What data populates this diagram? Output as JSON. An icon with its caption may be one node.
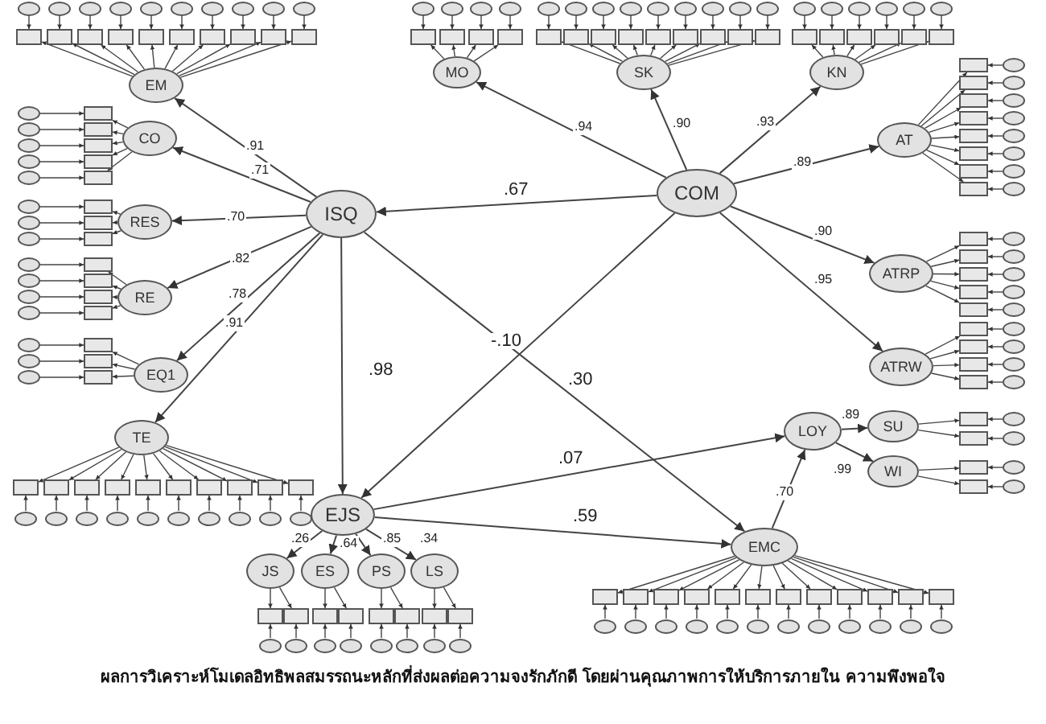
{
  "diagram": {
    "caption": "ผลการวิเคราะห์โมเดลอิทธิพลสมรรถนะหลักที่ส่งผลต่อความจงรักภักดี โดยผ่านคุณภาพการให้บริการภายใน ความพึงพอใจ",
    "nodes": [
      {
        "text": [
          "EM"
        ]
      },
      {
        "text": [
          "CO"
        ]
      },
      {
        "text": [
          "RES"
        ]
      },
      {
        "text": [
          "RE"
        ]
      },
      {
        "text": [
          "EQ1"
        ]
      },
      {
        "text": [
          "TE"
        ]
      },
      {
        "text": [
          "ISQ"
        ]
      },
      {
        "text": [
          "COM"
        ]
      },
      {
        "text": [
          "MO"
        ]
      },
      {
        "text": [
          "SK"
        ]
      },
      {
        "text": [
          "KN"
        ]
      },
      {
        "text": [
          "AT"
        ]
      },
      {
        "text": [
          "ATRP"
        ]
      },
      {
        "text": [
          "ATRW"
        ]
      },
      {
        "text": [
          "SU"
        ]
      },
      {
        "text": [
          "WI"
        ]
      },
      {
        "text": [
          "LOY"
        ]
      },
      {
        "text": [
          "EJS"
        ]
      },
      {
        "text": [
          "JS"
        ]
      },
      {
        "text": [
          "ES"
        ]
      },
      {
        "text": [
          "PS"
        ]
      },
      {
        "text": [
          "LS"
        ]
      },
      {
        "text": [
          "EMC"
        ]
      },
      {
        "text": [],
        "shape": "box"
      },
      {
        "text": [],
        "shape": "box"
      },
      {
        "text": [],
        "shape": "box"
      },
      {
        "text": [],
        "shape": "box"
      },
      {
        "text": [],
        "shape": "box"
      },
      {
        "text": [],
        "shape": "box"
      },
      {
        "text": [],
        "shape": "box"
      },
      {
        "text": [],
        "shape": "box"
      },
      {
        "text": [],
        "shape": "box"
      },
      {
        "text": [],
        "shape": "box"
      },
      {
        "text": [],
        "shape": "circle"
      },
      {
        "text": [],
        "shape": "circle"
      },
      {
        "text": [],
        "shape": "circle"
      },
      {
        "text": [],
        "shape": "circle"
      },
      {
        "text": [],
        "shape": "circle"
      },
      {
        "text": [],
        "shape": "circle"
      },
      {
        "text": [],
        "shape": "circle"
      },
      {
        "text": [],
        "shape": "circle"
      },
      {
        "text": [],
        "shape": "circle"
      },
      {
        "text": [],
        "shape": "circle"
      },
      {
        "text": [],
        "shape": "box"
      },
      {
        "text": [],
        "shape": "box"
      },
      {
        "text": [],
        "shape": "box"
      },
      {
        "text": [],
        "shape": "box"
      },
      {
        "text": [],
        "shape": "box"
      },
      {
        "text": [],
        "shape": "circle"
      },
      {
        "text": [],
        "shape": "circle"
      },
      {
        "text": [],
        "shape": "circle"
      },
      {
        "text": [],
        "shape": "circle"
      },
      {
        "text": [],
        "shape": "circle"
      },
      {
        "text": [],
        "shape": "box"
      },
      {
        "text": [],
        "shape": "box"
      },
      {
        "text": [],
        "shape": "box"
      },
      {
        "text": [],
        "shape": "circle"
      },
      {
        "text": [],
        "shape": "circle"
      },
      {
        "text": [],
        "shape": "circle"
      },
      {
        "text": [],
        "shape": "box"
      },
      {
        "text": [],
        "shape": "box"
      },
      {
        "text": [],
        "shape": "box"
      },
      {
        "text": [],
        "shape": "box"
      },
      {
        "text": [],
        "shape": "circle"
      },
      {
        "text": [],
        "shape": "circle"
      },
      {
        "text": [],
        "shape": "circle"
      },
      {
        "text": [],
        "shape": "circle"
      },
      {
        "text": [],
        "shape": "box"
      },
      {
        "text": [],
        "shape": "box"
      },
      {
        "text": [],
        "shape": "box"
      },
      {
        "text": [],
        "shape": "circle"
      },
      {
        "text": [],
        "shape": "circle"
      },
      {
        "text": [],
        "shape": "circle"
      },
      {
        "text": [],
        "shape": "box"
      },
      {
        "text": [],
        "shape": "box"
      },
      {
        "text": [],
        "shape": "box"
      },
      {
        "text": [],
        "shape": "box"
      },
      {
        "text": [],
        "shape": "box"
      },
      {
        "text": [],
        "shape": "box"
      },
      {
        "text": [],
        "shape": "box"
      },
      {
        "text": [],
        "shape": "box"
      },
      {
        "text": [],
        "shape": "box"
      },
      {
        "text": [],
        "shape": "box"
      },
      {
        "text": [],
        "shape": "circle"
      },
      {
        "text": [],
        "shape": "circle"
      },
      {
        "text": [],
        "shape": "circle"
      },
      {
        "text": [],
        "shape": "circle"
      },
      {
        "text": [],
        "shape": "circle"
      },
      {
        "text": [],
        "shape": "circle"
      },
      {
        "text": [],
        "shape": "circle"
      },
      {
        "text": [],
        "shape": "circle"
      },
      {
        "text": [],
        "shape": "circle"
      },
      {
        "text": [],
        "shape": "circle"
      },
      {
        "text": [],
        "shape": "box"
      },
      {
        "text": [],
        "shape": "box"
      },
      {
        "text": [],
        "shape": "box"
      },
      {
        "text": [],
        "shape": "box"
      },
      {
        "text": [],
        "shape": "circle"
      },
      {
        "text": [],
        "shape": "circle"
      },
      {
        "text": [],
        "shape": "circle"
      },
      {
        "text": [],
        "shape": "circle"
      },
      {
        "text": [],
        "shape": "box"
      },
      {
        "text": [],
        "shape": "box"
      },
      {
        "text": [],
        "shape": "box"
      },
      {
        "text": [],
        "shape": "box"
      },
      {
        "text": [],
        "shape": "box"
      },
      {
        "text": [],
        "shape": "box"
      },
      {
        "text": [],
        "shape": "box"
      },
      {
        "text": [],
        "shape": "box"
      },
      {
        "text": [],
        "shape": "box"
      },
      {
        "text": [],
        "shape": "circle"
      },
      {
        "text": [],
        "shape": "circle"
      },
      {
        "text": [],
        "shape": "circle"
      },
      {
        "text": [],
        "shape": "circle"
      },
      {
        "text": [],
        "shape": "circle"
      },
      {
        "text": [],
        "shape": "circle"
      },
      {
        "text": [],
        "shape": "circle"
      },
      {
        "text": [],
        "shape": "circle"
      },
      {
        "text": [],
        "shape": "circle"
      },
      {
        "text": [],
        "shape": "box"
      },
      {
        "text": [],
        "shape": "box"
      },
      {
        "text": [],
        "shape": "box"
      },
      {
        "text": [],
        "shape": "box"
      },
      {
        "text": [],
        "shape": "box"
      },
      {
        "text": [],
        "shape": "box"
      },
      {
        "text": [],
        "shape": "circle"
      },
      {
        "text": [],
        "shape": "circle"
      },
      {
        "text": [],
        "shape": "circle"
      },
      {
        "text": [],
        "shape": "circle"
      },
      {
        "text": [],
        "shape": "circle"
      },
      {
        "text": [],
        "shape": "circle"
      },
      {
        "text": [],
        "shape": "box"
      },
      {
        "text": [],
        "shape": "box"
      },
      {
        "text": [],
        "shape": "box"
      },
      {
        "text": [],
        "shape": "box"
      },
      {
        "text": [],
        "shape": "box"
      },
      {
        "text": [],
        "shape": "box"
      },
      {
        "text": [],
        "shape": "box"
      },
      {
        "text": [],
        "shape": "box"
      },
      {
        "text": [],
        "shape": "circle"
      },
      {
        "text": [],
        "shape": "circle"
      },
      {
        "text": [],
        "shape": "circle"
      },
      {
        "text": [],
        "shape": "circle"
      },
      {
        "text": [],
        "shape": "circle"
      },
      {
        "text": [],
        "shape": "circle"
      },
      {
        "text": [],
        "shape": "circle"
      },
      {
        "text": [],
        "shape": "circle"
      },
      {
        "text": [],
        "shape": "box"
      },
      {
        "text": [],
        "shape": "box"
      },
      {
        "text": [],
        "shape": "box"
      },
      {
        "text": [],
        "shape": "box"
      },
      {
        "text": [],
        "shape": "box"
      },
      {
        "text": [],
        "shape": "circle"
      },
      {
        "text": [],
        "shape": "circle"
      },
      {
        "text": [],
        "shape": "circle"
      },
      {
        "text": [],
        "shape": "circle"
      },
      {
        "text": [],
        "shape": "circle"
      },
      {
        "text": [],
        "shape": "box"
      },
      {
        "text": [],
        "shape": "box"
      },
      {
        "text": [],
        "shape": "box"
      },
      {
        "text": [],
        "shape": "box"
      },
      {
        "text": [],
        "shape": "circle"
      },
      {
        "text": [],
        "shape": "circle"
      },
      {
        "text": [],
        "shape": "circle"
      },
      {
        "text": [],
        "shape": "circle"
      },
      {
        "text": [],
        "shape": "box"
      },
      {
        "text": [],
        "shape": "box"
      },
      {
        "text": [],
        "shape": "circle"
      },
      {
        "text": [],
        "shape": "circle"
      },
      {
        "text": [],
        "shape": "box"
      },
      {
        "text": [],
        "shape": "box"
      },
      {
        "text": [],
        "shape": "circle"
      },
      {
        "text": [],
        "shape": "circle"
      },
      {
        "text": [],
        "shape": "box"
      },
      {
        "text": [],
        "shape": "box"
      },
      {
        "text": [],
        "shape": "circle"
      },
      {
        "text": [],
        "shape": "circle"
      },
      {
        "text": [],
        "shape": "box"
      },
      {
        "text": [],
        "shape": "box"
      },
      {
        "text": [],
        "shape": "circle"
      },
      {
        "text": [],
        "shape": "circle"
      },
      {
        "text": [],
        "shape": "box"
      },
      {
        "text": [],
        "shape": "box"
      },
      {
        "text": [],
        "shape": "circle"
      },
      {
        "text": [],
        "shape": "circle"
      },
      {
        "text": [],
        "shape": "box"
      },
      {
        "text": [],
        "shape": "box"
      },
      {
        "text": [],
        "shape": "circle"
      },
      {
        "text": [],
        "shape": "circle"
      },
      {
        "text": [],
        "shape": "box"
      },
      {
        "text": [],
        "shape": "box"
      },
      {
        "text": [],
        "shape": "box"
      },
      {
        "text": [],
        "shape": "box"
      },
      {
        "text": [],
        "shape": "box"
      },
      {
        "text": [],
        "shape": "box"
      },
      {
        "text": [],
        "shape": "box"
      },
      {
        "text": [],
        "shape": "box"
      },
      {
        "text": [],
        "shape": "box"
      },
      {
        "text": [],
        "shape": "box"
      },
      {
        "text": [],
        "shape": "box"
      },
      {
        "text": [],
        "shape": "box"
      },
      {
        "text": [],
        "shape": "circle"
      },
      {
        "text": [],
        "shape": "circle"
      },
      {
        "text": [],
        "shape": "circle"
      },
      {
        "text": [],
        "shape": "circle"
      },
      {
        "text": [],
        "shape": "circle"
      },
      {
        "text": [],
        "shape": "circle"
      },
      {
        "text": [],
        "shape": "circle"
      },
      {
        "text": [],
        "shape": "circle"
      },
      {
        "text": [],
        "shape": "circle"
      },
      {
        "text": [],
        "shape": "circle"
      },
      {
        "text": [],
        "shape": "circle"
      },
      {
        "text": [],
        "shape": "circle"
      }
    ],
    "edges": [
      {
        "from": 6,
        "to": 0,
        "arrow": "to",
        "label": ".91"
      },
      {
        "from": 6,
        "to": 1,
        "arrow": "to",
        "label": ".71"
      },
      {
        "from": 6,
        "to": 2,
        "arrow": "to",
        "label": ".70"
      },
      {
        "from": 6,
        "to": 3,
        "arrow": "to",
        "label": ".82"
      },
      {
        "from": 6,
        "to": 4,
        "arrow": "to",
        "label": ".78"
      },
      {
        "from": 6,
        "to": 5,
        "arrow": "to",
        "label": ".91"
      },
      {
        "from": 7,
        "to": 6,
        "arrow": "to",
        "label": ".67"
      },
      {
        "from": 7,
        "to": 8,
        "arrow": "to",
        "label": ".94"
      },
      {
        "from": 7,
        "to": 9,
        "arrow": "to",
        "label": ".90"
      },
      {
        "from": 7,
        "to": 10,
        "arrow": "to",
        "label": ".93"
      },
      {
        "from": 7,
        "to": 11,
        "arrow": "to",
        "label": ".89"
      },
      {
        "from": 7,
        "to": 12,
        "arrow": "to",
        "label": ".90"
      },
      {
        "from": 7,
        "to": 13,
        "arrow": "to",
        "label": ".95"
      },
      {
        "from": 6,
        "to": 17,
        "arrow": "to",
        "label": ".98"
      },
      {
        "from": 7,
        "to": 17,
        "arrow": "to",
        "label": "-.10"
      },
      {
        "from": 6,
        "to": 22,
        "arrow": "to",
        "label": ".30"
      },
      {
        "from": 17,
        "to": 16,
        "arrow": "to",
        "label": ".07"
      },
      {
        "from": 17,
        "to": 22,
        "arrow": "to",
        "label": ".59"
      },
      {
        "from": 22,
        "to": 16,
        "arrow": "to",
        "label": ".70"
      },
      {
        "from": 16,
        "to": 14,
        "arrow": "to",
        "label": ".89"
      },
      {
        "from": 16,
        "to": 15,
        "arrow": "to",
        "label": ".99"
      },
      {
        "from": 17,
        "to": 18,
        "arrow": "to",
        "label": ".26"
      },
      {
        "from": 17,
        "to": 19,
        "arrow": "to",
        "label": ".64"
      },
      {
        "from": 17,
        "to": 20,
        "arrow": "to",
        "label": ".85"
      },
      {
        "from": 17,
        "to": 21,
        "arrow": "to",
        "label": ".34"
      },
      {
        "from": 0,
        "to": 23,
        "arrow": "to"
      },
      {
        "from": 33,
        "to": 23,
        "arrow": "to"
      },
      {
        "from": 0,
        "to": 24,
        "arrow": "to"
      },
      {
        "from": 34,
        "to": 24,
        "arrow": "to"
      },
      {
        "from": 0,
        "to": 25,
        "arrow": "to"
      },
      {
        "from": 35,
        "to": 25,
        "arrow": "to"
      },
      {
        "from": 0,
        "to": 26,
        "arrow": "to"
      },
      {
        "from": 36,
        "to": 26,
        "arrow": "to"
      },
      {
        "from": 0,
        "to": 27,
        "arrow": "to"
      },
      {
        "from": 37,
        "to": 27,
        "arrow": "to"
      },
      {
        "from": 0,
        "to": 28,
        "arrow": "to"
      },
      {
        "from": 38,
        "to": 28,
        "arrow": "to"
      },
      {
        "from": 0,
        "to": 29,
        "arrow": "to"
      },
      {
        "from": 39,
        "to": 29,
        "arrow": "to"
      },
      {
        "from": 0,
        "to": 30,
        "arrow": "to"
      },
      {
        "from": 40,
        "to": 30,
        "arrow": "to"
      },
      {
        "from": 0,
        "to": 31,
        "arrow": "to"
      },
      {
        "from": 41,
        "to": 31,
        "arrow": "to"
      },
      {
        "from": 0,
        "to": 32,
        "arrow": "to"
      },
      {
        "from": 42,
        "to": 32,
        "arrow": "to"
      },
      {
        "from": 1,
        "to": 43,
        "arrow": "to"
      },
      {
        "from": 48,
        "to": 43,
        "arrow": "to"
      },
      {
        "from": 1,
        "to": 44,
        "arrow": "to"
      },
      {
        "from": 49,
        "to": 44,
        "arrow": "to"
      },
      {
        "from": 1,
        "to": 45,
        "arrow": "to"
      },
      {
        "from": 50,
        "to": 45,
        "arrow": "to"
      },
      {
        "from": 1,
        "to": 46,
        "arrow": "to"
      },
      {
        "from": 51,
        "to": 46,
        "arrow": "to"
      },
      {
        "from": 1,
        "to": 47,
        "arrow": "to"
      },
      {
        "from": 52,
        "to": 47,
        "arrow": "to"
      },
      {
        "from": 2,
        "to": 53,
        "arrow": "to"
      },
      {
        "from": 56,
        "to": 53,
        "arrow": "to"
      },
      {
        "from": 2,
        "to": 54,
        "arrow": "to"
      },
      {
        "from": 57,
        "to": 54,
        "arrow": "to"
      },
      {
        "from": 2,
        "to": 55,
        "arrow": "to"
      },
      {
        "from": 58,
        "to": 55,
        "arrow": "to"
      },
      {
        "from": 3,
        "to": 59,
        "arrow": "to"
      },
      {
        "from": 63,
        "to": 59,
        "arrow": "to"
      },
      {
        "from": 3,
        "to": 60,
        "arrow": "to"
      },
      {
        "from": 64,
        "to": 60,
        "arrow": "to"
      },
      {
        "from": 3,
        "to": 61,
        "arrow": "to"
      },
      {
        "from": 65,
        "to": 61,
        "arrow": "to"
      },
      {
        "from": 3,
        "to": 62,
        "arrow": "to"
      },
      {
        "from": 66,
        "to": 62,
        "arrow": "to"
      },
      {
        "from": 4,
        "to": 67,
        "arrow": "to"
      },
      {
        "from": 70,
        "to": 67,
        "arrow": "to"
      },
      {
        "from": 4,
        "to": 68,
        "arrow": "to"
      },
      {
        "from": 71,
        "to": 68,
        "arrow": "to"
      },
      {
        "from": 4,
        "to": 69,
        "arrow": "to"
      },
      {
        "from": 72,
        "to": 69,
        "arrow": "to"
      },
      {
        "from": 5,
        "to": 73,
        "arrow": "to"
      },
      {
        "from": 83,
        "to": 73,
        "arrow": "to"
      },
      {
        "from": 5,
        "to": 74,
        "arrow": "to"
      },
      {
        "from": 84,
        "to": 74,
        "arrow": "to"
      },
      {
        "from": 5,
        "to": 75,
        "arrow": "to"
      },
      {
        "from": 85,
        "to": 75,
        "arrow": "to"
      },
      {
        "from": 5,
        "to": 76,
        "arrow": "to"
      },
      {
        "from": 86,
        "to": 76,
        "arrow": "to"
      },
      {
        "from": 5,
        "to": 77,
        "arrow": "to"
      },
      {
        "from": 87,
        "to": 77,
        "arrow": "to"
      },
      {
        "from": 5,
        "to": 78,
        "arrow": "to"
      },
      {
        "from": 88,
        "to": 78,
        "arrow": "to"
      },
      {
        "from": 5,
        "to": 79,
        "arrow": "to"
      },
      {
        "from": 89,
        "to": 79,
        "arrow": "to"
      },
      {
        "from": 5,
        "to": 80,
        "arrow": "to"
      },
      {
        "from": 90,
        "to": 80,
        "arrow": "to"
      },
      {
        "from": 5,
        "to": 81,
        "arrow": "to"
      },
      {
        "from": 91,
        "to": 81,
        "arrow": "to"
      },
      {
        "from": 5,
        "to": 82,
        "arrow": "to"
      },
      {
        "from": 92,
        "to": 82,
        "arrow": "to"
      },
      {
        "from": 8,
        "to": 93,
        "arrow": "to"
      },
      {
        "from": 97,
        "to": 93,
        "arrow": "to"
      },
      {
        "from": 8,
        "to": 94,
        "arrow": "to"
      },
      {
        "from": 98,
        "to": 94,
        "arrow": "to"
      },
      {
        "from": 8,
        "to": 95,
        "arrow": "to"
      },
      {
        "from": 99,
        "to": 95,
        "arrow": "to"
      },
      {
        "from": 8,
        "to": 96,
        "arrow": "to"
      },
      {
        "from": 100,
        "to": 96,
        "arrow": "to"
      },
      {
        "from": 9,
        "to": 101,
        "arrow": "to"
      },
      {
        "from": 110,
        "to": 101,
        "arrow": "to"
      },
      {
        "from": 9,
        "to": 102,
        "arrow": "to"
      },
      {
        "from": 111,
        "to": 102,
        "arrow": "to"
      },
      {
        "from": 9,
        "to": 103,
        "arrow": "to"
      },
      {
        "from": 112,
        "to": 103,
        "arrow": "to"
      },
      {
        "from": 9,
        "to": 104,
        "arrow": "to"
      },
      {
        "from": 113,
        "to": 104,
        "arrow": "to"
      },
      {
        "from": 9,
        "to": 105,
        "arrow": "to"
      },
      {
        "from": 114,
        "to": 105,
        "arrow": "to"
      },
      {
        "from": 9,
        "to": 106,
        "arrow": "to"
      },
      {
        "from": 115,
        "to": 106,
        "arrow": "to"
      },
      {
        "from": 9,
        "to": 107,
        "arrow": "to"
      },
      {
        "from": 116,
        "to": 107,
        "arrow": "to"
      },
      {
        "from": 9,
        "to": 108,
        "arrow": "to"
      },
      {
        "from": 117,
        "to": 108,
        "arrow": "to"
      },
      {
        "from": 9,
        "to": 109,
        "arrow": "to"
      },
      {
        "from": 118,
        "to": 109,
        "arrow": "to"
      },
      {
        "from": 10,
        "to": 119,
        "arrow": "to"
      },
      {
        "from": 125,
        "to": 119,
        "arrow": "to"
      },
      {
        "from": 10,
        "to": 120,
        "arrow": "to"
      },
      {
        "from": 126,
        "to": 120,
        "arrow": "to"
      },
      {
        "from": 10,
        "to": 121,
        "arrow": "to"
      },
      {
        "from": 127,
        "to": 121,
        "arrow": "to"
      },
      {
        "from": 10,
        "to": 122,
        "arrow": "to"
      },
      {
        "from": 128,
        "to": 122,
        "arrow": "to"
      },
      {
        "from": 10,
        "to": 123,
        "arrow": "to"
      },
      {
        "from": 129,
        "to": 123,
        "arrow": "to"
      },
      {
        "from": 10,
        "to": 124,
        "arrow": "to"
      },
      {
        "from": 130,
        "to": 124,
        "arrow": "to"
      },
      {
        "from": 11,
        "to": 131,
        "arrow": "to"
      },
      {
        "from": 139,
        "to": 131,
        "arrow": "to"
      },
      {
        "from": 11,
        "to": 132,
        "arrow": "to"
      },
      {
        "from": 140,
        "to": 132,
        "arrow": "to"
      },
      {
        "from": 11,
        "to": 133,
        "arrow": "to"
      },
      {
        "from": 141,
        "to": 133,
        "arrow": "to"
      },
      {
        "from": 11,
        "to": 134,
        "arrow": "to"
      },
      {
        "from": 142,
        "to": 134,
        "arrow": "to"
      },
      {
        "from": 11,
        "to": 135,
        "arrow": "to"
      },
      {
        "from": 143,
        "to": 135,
        "arrow": "to"
      },
      {
        "from": 11,
        "to": 136,
        "arrow": "to"
      },
      {
        "from": 144,
        "to": 136,
        "arrow": "to"
      },
      {
        "from": 11,
        "to": 137,
        "arrow": "to"
      },
      {
        "from": 145,
        "to": 137,
        "arrow": "to"
      },
      {
        "from": 11,
        "to": 138,
        "arrow": "to"
      },
      {
        "from": 146,
        "to": 138,
        "arrow": "to"
      },
      {
        "from": 12,
        "to": 147,
        "arrow": "to"
      },
      {
        "from": 152,
        "to": 147,
        "arrow": "to"
      },
      {
        "from": 12,
        "to": 148,
        "arrow": "to"
      },
      {
        "from": 153,
        "to": 148,
        "arrow": "to"
      },
      {
        "from": 12,
        "to": 149,
        "arrow": "to"
      },
      {
        "from": 154,
        "to": 149,
        "arrow": "to"
      },
      {
        "from": 12,
        "to": 150,
        "arrow": "to"
      },
      {
        "from": 155,
        "to": 150,
        "arrow": "to"
      },
      {
        "from": 12,
        "to": 151,
        "arrow": "to"
      },
      {
        "from": 156,
        "to": 151,
        "arrow": "to"
      },
      {
        "from": 13,
        "to": 157,
        "arrow": "to"
      },
      {
        "from": 161,
        "to": 157,
        "arrow": "to"
      },
      {
        "from": 13,
        "to": 158,
        "arrow": "to"
      },
      {
        "from": 162,
        "to": 158,
        "arrow": "to"
      },
      {
        "from": 13,
        "to": 159,
        "arrow": "to"
      },
      {
        "from": 163,
        "to": 159,
        "arrow": "to"
      },
      {
        "from": 13,
        "to": 160,
        "arrow": "to"
      },
      {
        "from": 164,
        "to": 160,
        "arrow": "to"
      },
      {
        "from": 14,
        "to": 165,
        "arrow": "to"
      },
      {
        "from": 167,
        "to": 165,
        "arrow": "to"
      },
      {
        "from": 14,
        "to": 166,
        "arrow": "to"
      },
      {
        "from": 168,
        "to": 166,
        "arrow": "to"
      },
      {
        "from": 15,
        "to": 169,
        "arrow": "to"
      },
      {
        "from": 171,
        "to": 169,
        "arrow": "to"
      },
      {
        "from": 15,
        "to": 170,
        "arrow": "to"
      },
      {
        "from": 172,
        "to": 170,
        "arrow": "to"
      },
      {
        "from": 18,
        "to": 173,
        "arrow": "to"
      },
      {
        "from": 175,
        "to": 173,
        "arrow": "to"
      },
      {
        "from": 18,
        "to": 174,
        "arrow": "to"
      },
      {
        "from": 176,
        "to": 174,
        "arrow": "to"
      },
      {
        "from": 19,
        "to": 177,
        "arrow": "to"
      },
      {
        "from": 179,
        "to": 177,
        "arrow": "to"
      },
      {
        "from": 19,
        "to": 178,
        "arrow": "to"
      },
      {
        "from": 180,
        "to": 178,
        "arrow": "to"
      },
      {
        "from": 20,
        "to": 181,
        "arrow": "to"
      },
      {
        "from": 183,
        "to": 181,
        "arrow": "to"
      },
      {
        "from": 20,
        "to": 182,
        "arrow": "to"
      },
      {
        "from": 184,
        "to": 182,
        "arrow": "to"
      },
      {
        "from": 21,
        "to": 185,
        "arrow": "to"
      },
      {
        "from": 187,
        "to": 185,
        "arrow": "to"
      },
      {
        "from": 21,
        "to": 186,
        "arrow": "to"
      },
      {
        "from": 188,
        "to": 186,
        "arrow": "to"
      },
      {
        "from": 22,
        "to": 189,
        "arrow": "to"
      },
      {
        "from": 201,
        "to": 189,
        "arrow": "to"
      },
      {
        "from": 22,
        "to": 190,
        "arrow": "to"
      },
      {
        "from": 202,
        "to": 190,
        "arrow": "to"
      },
      {
        "from": 22,
        "to": 191,
        "arrow": "to"
      },
      {
        "from": 203,
        "to": 191,
        "arrow": "to"
      },
      {
        "from": 22,
        "to": 192,
        "arrow": "to"
      },
      {
        "from": 204,
        "to": 192,
        "arrow": "to"
      },
      {
        "from": 22,
        "to": 193,
        "arrow": "to"
      },
      {
        "from": 205,
        "to": 193,
        "arrow": "to"
      },
      {
        "from": 22,
        "to": 194,
        "arrow": "to"
      },
      {
        "from": 206,
        "to": 194,
        "arrow": "to"
      },
      {
        "from": 22,
        "to": 195,
        "arrow": "to"
      },
      {
        "from": 207,
        "to": 195,
        "arrow": "to"
      },
      {
        "from": 22,
        "to": 196,
        "arrow": "to"
      },
      {
        "from": 208,
        "to": 196,
        "arrow": "to"
      },
      {
        "from": 22,
        "to": 197,
        "arrow": "to"
      },
      {
        "from": 209,
        "to": 197,
        "arrow": "to"
      },
      {
        "from": 22,
        "to": 198,
        "arrow": "to"
      },
      {
        "from": 210,
        "to": 198,
        "arrow": "to"
      },
      {
        "from": 22,
        "to": 199,
        "arrow": "to"
      },
      {
        "from": 211,
        "to": 199,
        "arrow": "to"
      },
      {
        "from": 22,
        "to": 200,
        "arrow": "to"
      },
      {
        "from": 212,
        "to": 200,
        "arrow": "to"
      }
    ]
  }
}
